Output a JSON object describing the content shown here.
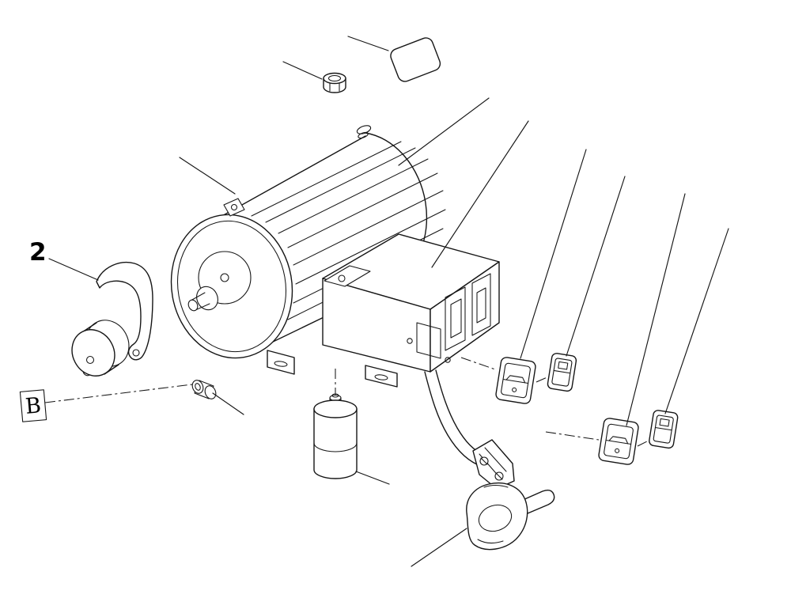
{
  "page": {
    "background": "#ffffff",
    "line_color": "#161616",
    "kind": "exploded parts diagram"
  },
  "callouts": {
    "item_number": "2",
    "detail_letter": "B"
  },
  "parts": [
    {
      "name": "hex-nut"
    },
    {
      "name": "name-plate"
    },
    {
      "name": "motor-housing"
    },
    {
      "name": "fan-cover"
    },
    {
      "name": "motor-shaft"
    },
    {
      "name": "mounting-feet"
    },
    {
      "name": "terminal-box"
    },
    {
      "name": "capacitor"
    },
    {
      "name": "lever-assembly"
    },
    {
      "name": "pin-bushing"
    },
    {
      "name": "power-cord"
    },
    {
      "name": "cord-grip"
    },
    {
      "name": "power-plug"
    },
    {
      "name": "rocker-switch-large-1"
    },
    {
      "name": "rocker-switch-small-1"
    },
    {
      "name": "rocker-switch-large-2"
    },
    {
      "name": "rocker-switch-small-2"
    }
  ]
}
